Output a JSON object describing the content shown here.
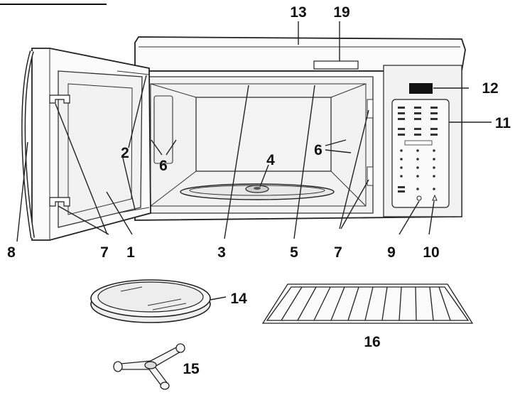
{
  "callouts": {
    "c1": "1",
    "c2": "2",
    "c3": "3",
    "c4": "4",
    "c5": "5",
    "c6a": "6",
    "c6b": "6",
    "c7a": "7",
    "c7b": "7",
    "c8": "8",
    "c9": "9",
    "c10": "10",
    "c11": "11",
    "c12": "12",
    "c13": "13",
    "c14": "14",
    "c15": "15",
    "c16": "16",
    "c19": "19"
  },
  "colors": {
    "line": "#222222",
    "fill": "#fbfbfb",
    "display": "#111111"
  }
}
